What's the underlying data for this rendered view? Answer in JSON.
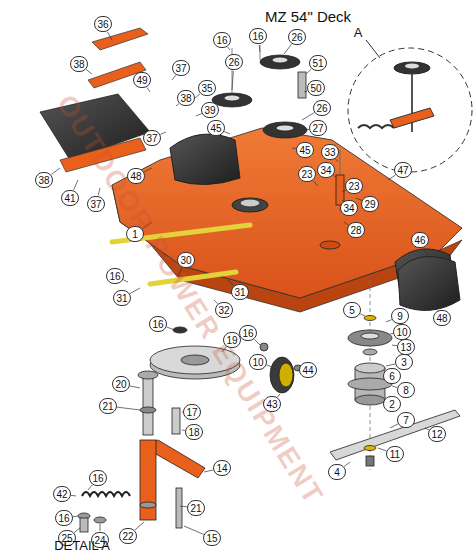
{
  "diagram": {
    "title": "MZ 54\" Deck",
    "labels": [
      "36",
      "38",
      "16",
      "16",
      "26",
      "51",
      "50",
      "26",
      "37",
      "49",
      "35",
      "38",
      "39",
      "45",
      "37",
      "38",
      "41",
      "37",
      "48",
      "1",
      "26",
      "27",
      "45",
      "33",
      "34",
      "23",
      "23",
      "34",
      "29",
      "28",
      "A",
      "47",
      "46",
      "48",
      "5",
      "9",
      "10",
      "13",
      "3",
      "6",
      "8",
      "2",
      "7",
      "12",
      "11",
      "4",
      "16",
      "10",
      "43",
      "44",
      "30",
      "16",
      "31",
      "31",
      "32",
      "16",
      "19",
      "20",
      "21",
      "17",
      "18",
      "14",
      "16",
      "42",
      "16",
      "25",
      "24",
      "22",
      "21",
      "15",
      "DETAIL A",
      "OUTDOOR POWER EQUIPMENT"
    ]
  }
}
